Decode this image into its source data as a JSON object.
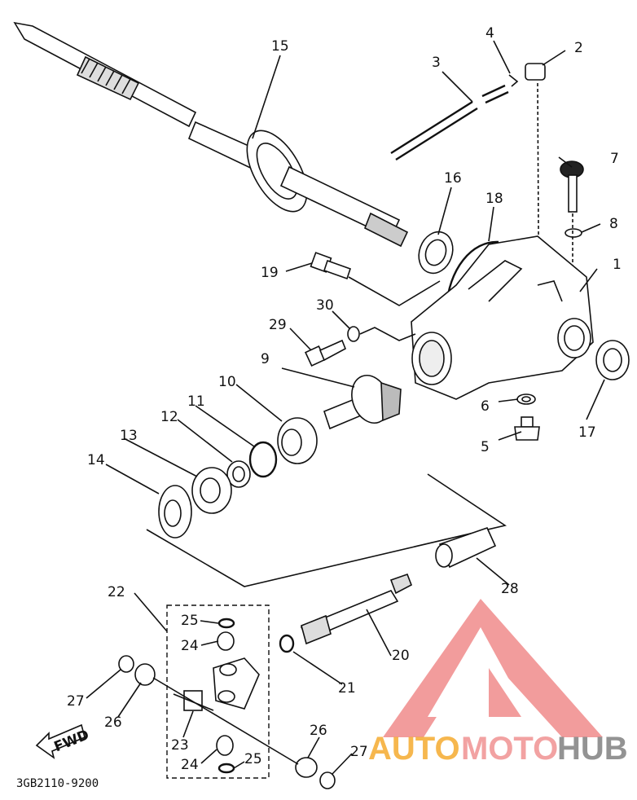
{
  "diagram": {
    "callouts": [
      "1",
      "2",
      "3",
      "4",
      "5",
      "6",
      "7",
      "8",
      "9",
      "10",
      "11",
      "12",
      "13",
      "14",
      "15",
      "16",
      "17",
      "18",
      "19",
      "20",
      "21",
      "22",
      "23",
      "24",
      "24",
      "25",
      "25",
      "26",
      "26",
      "27",
      "27",
      "28",
      "29",
      "30"
    ],
    "fwd_label": "FWD",
    "drawing_code": "3GB2110-9200"
  },
  "watermark": {
    "brand_part1": "AUTO",
    "brand_part2": "MOTO",
    "brand_part3": "HUB",
    "colors": {
      "logo": "#f08b8b",
      "auto": "#f5a623",
      "moto": "#f08b8b",
      "hub": "#888888"
    }
  }
}
